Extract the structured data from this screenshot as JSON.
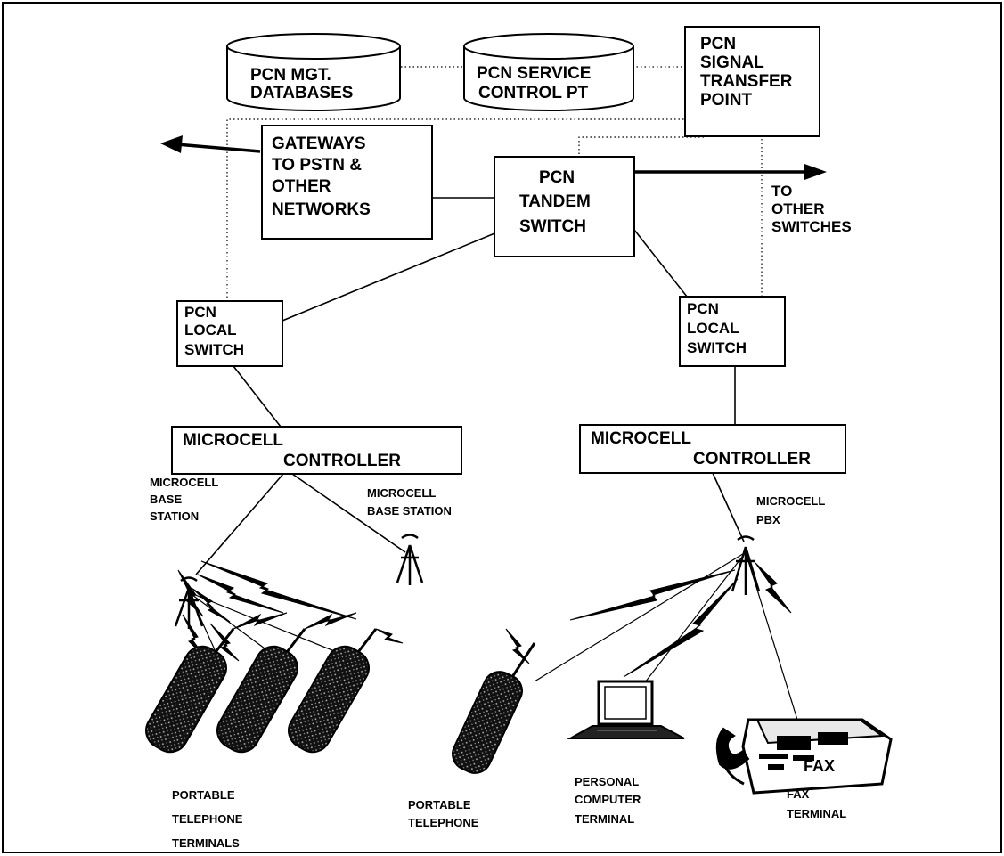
{
  "nodes": {
    "mgt_databases": [
      "PCN MGT.",
      "DATABASES"
    ],
    "service_control_point": [
      "PCN SERVICE",
      "CONTROL PT"
    ],
    "signal_transfer_point": [
      "PCN",
      "SIGNAL",
      "TRANSFER",
      "POINT"
    ],
    "gateways": [
      "GATEWAYS",
      "TO PSTN &",
      "OTHER",
      "NETWORKS"
    ],
    "tandem_switch": [
      "PCN",
      "TANDEM",
      "SWITCH"
    ],
    "local_switch_left": [
      "PCN",
      "LOCAL",
      "SWITCH"
    ],
    "local_switch_right": [
      "PCN",
      "LOCAL",
      "SWITCH"
    ],
    "microcell_controller_left": [
      "MICROCELL",
      "CONTROLLER"
    ],
    "microcell_controller_right": [
      "MICROCELL",
      "CONTROLLER"
    ]
  },
  "labels": {
    "to_other_switches": [
      "TO",
      "OTHER",
      "SWITCHES"
    ],
    "base_station_left": [
      "MICROCELL",
      "BASE",
      "STATION"
    ],
    "base_station_right": [
      "MICROCELL",
      "BASE STATION"
    ],
    "pbx": [
      "MICROCELL",
      "PBX"
    ],
    "portable_terminals": [
      "PORTABLE",
      "TELEPHONE",
      "TERMINALS"
    ],
    "portable_telephone": [
      "PORTABLE",
      "TELEPHONE"
    ],
    "pc_terminal": [
      "PERSONAL",
      "COMPUTER",
      "TERMINAL"
    ],
    "fax_terminal": [
      "FAX",
      "TERMINAL"
    ],
    "fax_device_word": "FAX"
  }
}
